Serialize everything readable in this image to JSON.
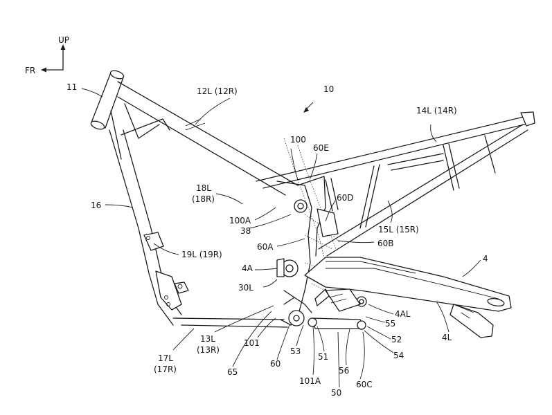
{
  "figure": {
    "type": "patent-drawing",
    "subject": "motorcycle body frame with swing arm, side view",
    "reference_numeral": "10"
  },
  "orientation": {
    "up_label": "UP",
    "front_label": "FR"
  },
  "labels": {
    "l10": "10",
    "l11": "11",
    "l12": "12L (12R)",
    "l14": "14L (14R)",
    "l15": "15L (15R)",
    "l16": "16",
    "l17a": "17L",
    "l17b": "(17R)",
    "l18a": "18L",
    "l18b": "(18R)",
    "l19": "19L (19R)",
    "l100": "100",
    "l100A": "100A",
    "l38": "38",
    "l60E": "60E",
    "l60D": "60D",
    "l60A": "60A",
    "l60B": "60B",
    "l4A": "4A",
    "l30L": "30L",
    "l4": "4",
    "l4L": "4L",
    "l4AL": "4AL",
    "l55": "55",
    "l52": "52",
    "l54": "54",
    "l60C": "60C",
    "l56": "56",
    "l50": "50",
    "l101A": "101A",
    "l51": "51",
    "l53": "53",
    "l60": "60",
    "l101": "101",
    "l65": "65",
    "l13a": "13L",
    "l13b": "(13R)"
  }
}
